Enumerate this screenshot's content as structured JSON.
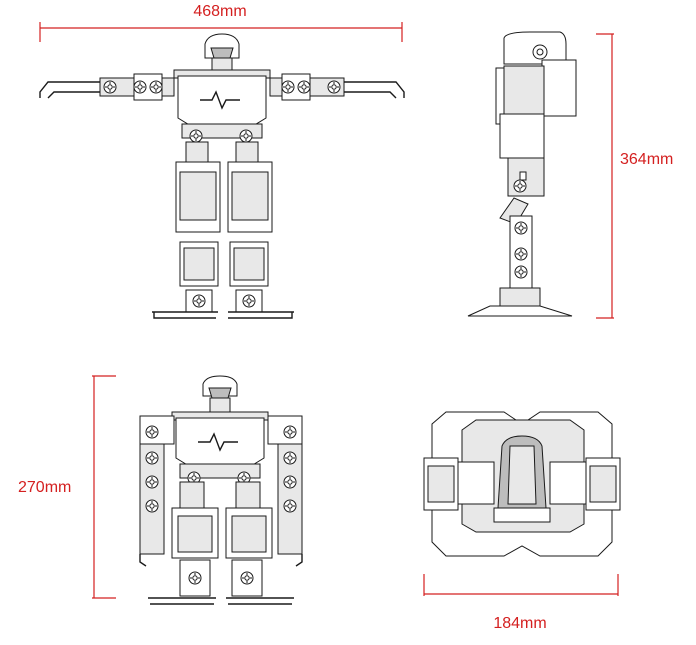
{
  "diagram": {
    "views": [
      {
        "id": "front-arms-out",
        "dimension_label": "468mm"
      },
      {
        "id": "side",
        "dimension_label": "364mm"
      },
      {
        "id": "front-arms-down",
        "dimension_label": "270mm"
      },
      {
        "id": "top",
        "dimension_label": "184mm"
      }
    ],
    "colors": {
      "dimension": "#d42020",
      "drawing": "#1a1a1a",
      "fill_light": "#ffffff",
      "fill_mid": "#e8e8e8",
      "fill_dark": "#bdbdbd"
    }
  }
}
